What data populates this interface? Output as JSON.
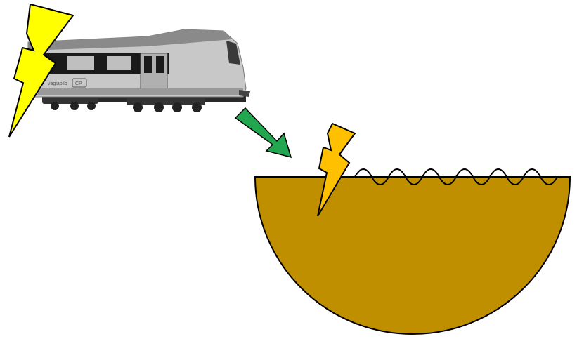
{
  "diagram": {
    "train": {
      "livery_text": "vagiapilb",
      "logo_text": "CP"
    },
    "colors": {
      "lightning_train": "#ffff00",
      "lightning_ground": "#ffc000",
      "arrow": "#22a650",
      "ground": "#bf8f00",
      "outline": "#000000",
      "train_body": "#c8c8c8",
      "train_roof": "#8a8a8a",
      "train_stripe": "#1a1a1a"
    },
    "icons": [
      "lightning-bolt-icon",
      "train-icon",
      "arrow-icon",
      "ground-hemisphere",
      "ripple-wave"
    ]
  }
}
